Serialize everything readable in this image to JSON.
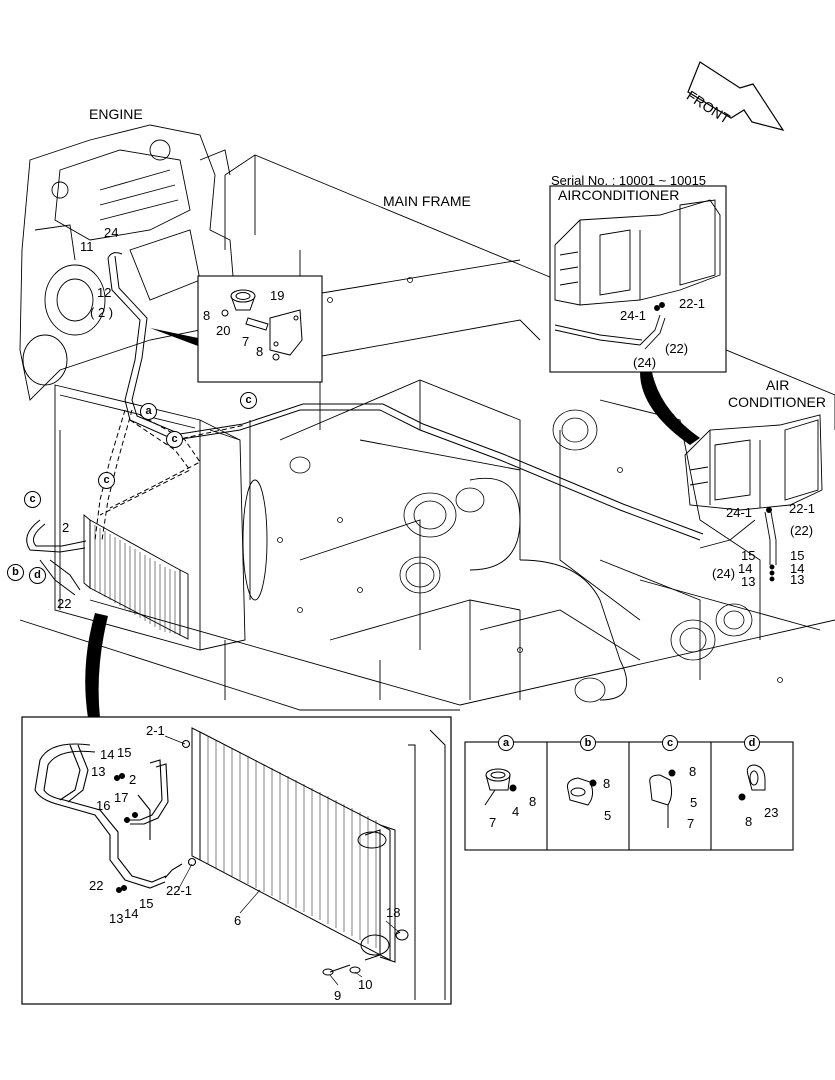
{
  "titles": {
    "engine": "ENGINE",
    "main_frame": "MAIN FRAME",
    "front": "FRONT",
    "serial": "Serial No. : 10001 ~ 10015",
    "aircon_inset": "AIRCONDITIONER",
    "aircon_main_1": "AIR",
    "aircon_main_2": "CONDITIONER"
  },
  "callouts": {
    "a": "a",
    "b": "b",
    "c": "c",
    "d": "d"
  },
  "engine_labels": {
    "n11": "11",
    "n24": "24",
    "n12": "12",
    "n2p": "( 2 )"
  },
  "bracket_inset": {
    "n19": "19",
    "n8a": "8",
    "n20": "20",
    "n7": "7",
    "n8b": "8"
  },
  "aircon_inset_labels": {
    "n22_1": "22-1",
    "n24_1": "24-1",
    "n22p": "(22)",
    "n24p": "(24)"
  },
  "aircon_main_labels": {
    "n24_1": "24-1",
    "n22_1": "22-1",
    "n22p": "(22)",
    "n15a": "15",
    "n15b": "15",
    "n14a": "14",
    "n14b": "14",
    "n24p": "(24)",
    "n13a": "13",
    "n13b": "13"
  },
  "condenser_labels": {
    "n2": "2",
    "n22": "22"
  },
  "detail_labels": {
    "n2_1": "2-1",
    "n14": "14",
    "n15": "15",
    "n13": "13",
    "n2": "2",
    "n16": "16",
    "n17": "17",
    "n22": "22",
    "n22_1": "22-1",
    "n13b": "13",
    "n14b": "14",
    "n15b": "15",
    "n6": "6",
    "n18": "18",
    "n9": "9",
    "n10": "10"
  },
  "clip_table": {
    "a": {
      "h": "a",
      "n8": "8",
      "n4": "4",
      "n7": "7"
    },
    "b": {
      "h": "b",
      "n8": "8",
      "n5": "5"
    },
    "c": {
      "h": "c",
      "n8": "8",
      "n5": "5",
      "n7": "7"
    },
    "d": {
      "h": "d",
      "n23": "23",
      "n8": "8"
    }
  }
}
